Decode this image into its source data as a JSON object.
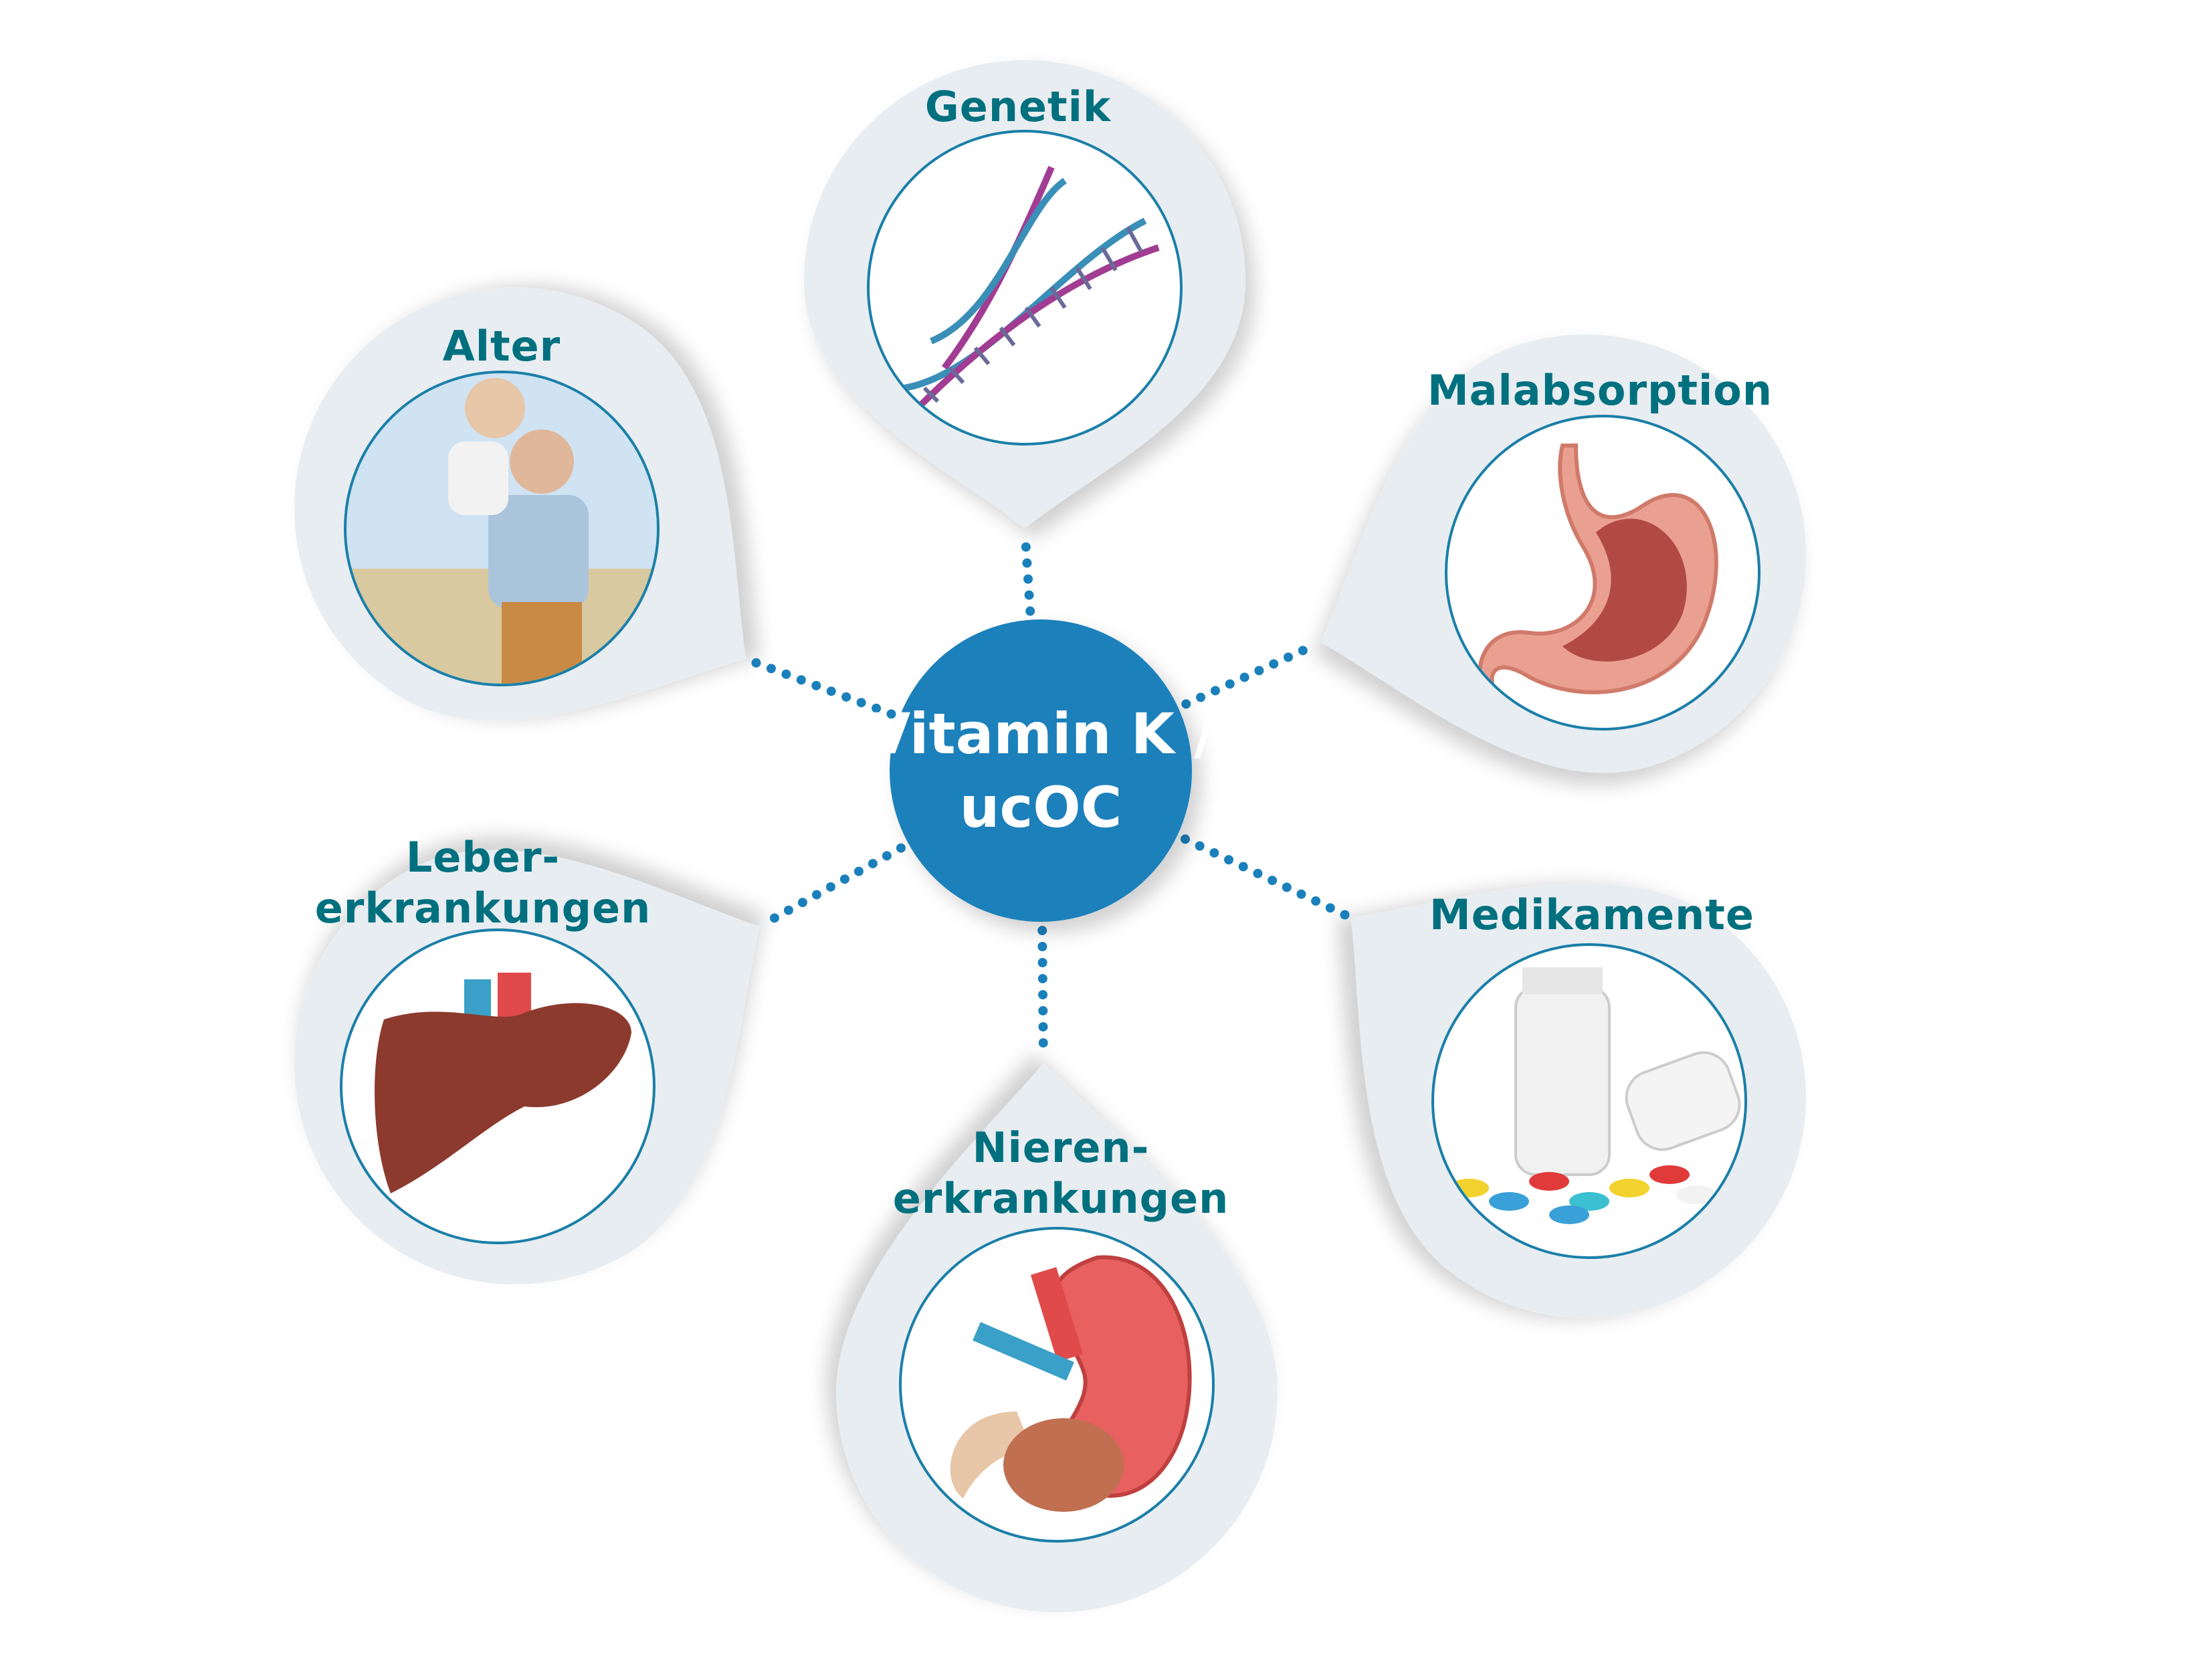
{
  "center": {
    "line1": "Vitamin K /",
    "line2": "ucOC"
  },
  "factors": [
    {
      "id": "genetik",
      "lines": [
        "Genetik"
      ],
      "icon": "dna-icon"
    },
    {
      "id": "alter",
      "lines": [
        "Alter"
      ],
      "icon": "elderly-couple-photo"
    },
    {
      "id": "malabsorption",
      "lines": [
        "Malabsorption"
      ],
      "icon": "stomach-icon"
    },
    {
      "id": "leber",
      "lines": [
        "Leber-",
        "erkrankungen"
      ],
      "icon": "liver-icon"
    },
    {
      "id": "medikamente",
      "lines": [
        "Medikamente"
      ],
      "icon": "pills-icon"
    },
    {
      "id": "nieren",
      "lines": [
        "Nieren-",
        "erkrankungen"
      ],
      "icon": "kidney-icon"
    }
  ],
  "colors": {
    "accent": "#1a80bb",
    "label": "#00707f",
    "bubble": "#e8edf2"
  }
}
